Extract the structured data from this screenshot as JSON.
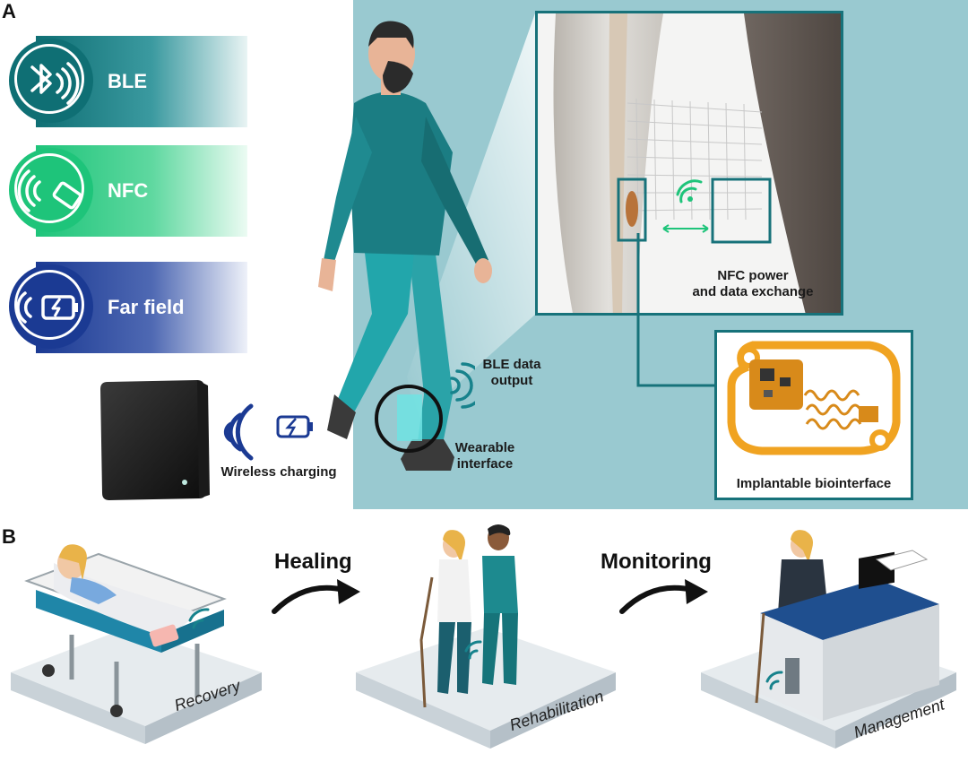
{
  "panels": {
    "a": "A",
    "b": "B"
  },
  "protocols": [
    {
      "label": "BLE",
      "icon": "bluetooth-icon",
      "color_dark": "#0f6f74",
      "color_light": "#e9f4f4"
    },
    {
      "label": "NFC",
      "icon": "nfc-icon",
      "color_dark": "#1ec47a",
      "color_light": "#ecfbf3"
    },
    {
      "label": "Far field",
      "icon": "battery-charging-icon",
      "color_dark": "#1b3a93",
      "color_light": "#eef1f9"
    }
  ],
  "charger": {
    "caption": "Wireless charging"
  },
  "scene": {
    "ble_caption": [
      "BLE data",
      "output"
    ],
    "wearable_caption": [
      "Wearable",
      "interface"
    ],
    "nfc_caption": [
      "NFC power",
      "and data exchange"
    ],
    "implant_caption": "Implantable biointerface"
  },
  "workflow": {
    "arrows": [
      "Healing",
      "Monitoring"
    ],
    "stages": [
      "Recovery",
      "Rehabilitation",
      "Management"
    ]
  },
  "colors": {
    "scene_bg": "#99c9d0",
    "box_stroke": "#17727a",
    "accent_teal": "#17828c"
  }
}
